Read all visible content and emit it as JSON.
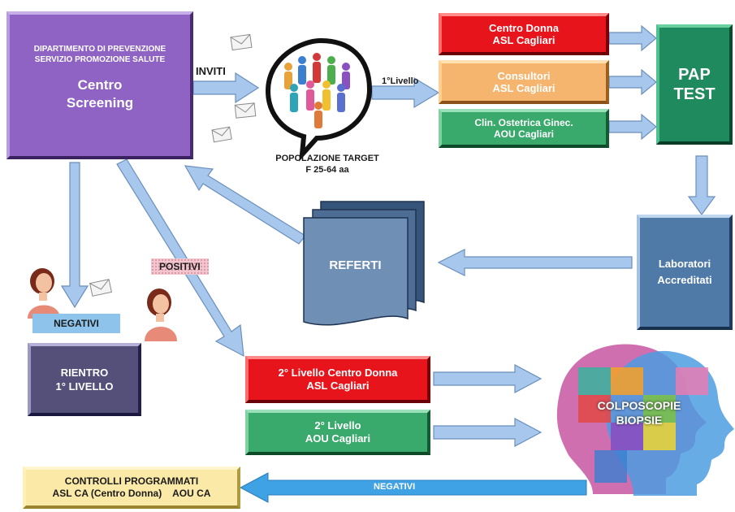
{
  "centro_screening": {
    "dept_line1": "DIPARTIMENTO DI PREVENZIONE",
    "dept_line2": "SERVIZIO PROMOZIONE SALUTE",
    "title_line1": "Centro",
    "title_line2": "Screening"
  },
  "inviti_label": "INVITI",
  "popolazione": {
    "line1": "POPOLAZIONE TARGET",
    "line2": "F  25-64 aa"
  },
  "primo_livello_label": "1°Livello",
  "centro_donna": {
    "line1": "Centro  Donna",
    "line2": "ASL Cagliari"
  },
  "consultori": {
    "line1": "Consultori",
    "line2": "ASL Cagliari"
  },
  "clin_ostetrica": {
    "line1": "Clin. Ostetrica Ginec.",
    "line2": "AOU Cagliari"
  },
  "pap_test": {
    "line1": "PAP",
    "line2": "TEST"
  },
  "laboratori": {
    "line1": "Laboratori",
    "line2": "Accreditati"
  },
  "referti": "REFERTI",
  "positivi_label": "POSITIVI",
  "negativi_label": "NEGATIVI",
  "rientro": {
    "line1": "RIENTRO",
    "line2": "1° LIVELLO"
  },
  "secondo_centro_donna": {
    "line1": "2° Livello Centro Donna",
    "line2": "ASL Cagliari"
  },
  "secondo_aou": {
    "line1": "2° Livello",
    "line2": "AOU Cagliari"
  },
  "colposcopie": {
    "line1": "COLPOSCOPIE",
    "line2": "BIOPSIE"
  },
  "controlli": {
    "line1": "CONTROLLI PROGRAMMATI",
    "line2": "ASL CA (Centro Donna)    AOU CA"
  },
  "negativi_bottom_label": "NEGATIVI",
  "colors": {
    "purple": "#8a5fc0",
    "red": "#e8121a",
    "orange": "#f4b26a",
    "green": "#3aa86a",
    "pap_green": "#1f8a5e",
    "arrow_blue": "#9cc3ea",
    "negativi_blue": "#8ec4ec",
    "positivi_pink": "#f2c6cf"
  }
}
